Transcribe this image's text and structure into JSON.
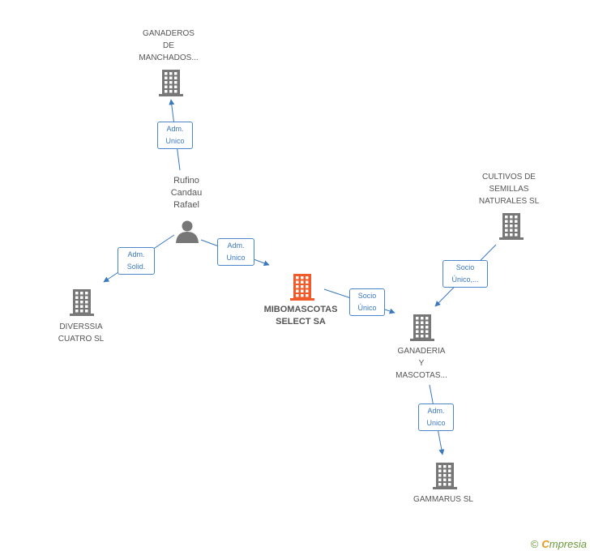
{
  "colors": {
    "edge": "#3a78bf",
    "building": "#777777",
    "building_main": "#f15a29",
    "person": "#777777",
    "text": "#555555"
  },
  "nodes": [
    {
      "id": "ganaderos",
      "type": "company",
      "lines": [
        "GANADEROS",
        "DE",
        "MANCHADOS..."
      ]
    },
    {
      "id": "rufino",
      "type": "person",
      "lines": [
        "Rufino",
        "Candau",
        "Rafael"
      ]
    },
    {
      "id": "cultivos",
      "type": "company",
      "lines": [
        "CULTIVOS DE",
        "SEMILLAS",
        "NATURALES  SL"
      ]
    },
    {
      "id": "diverssia",
      "type": "company",
      "lines": [
        "DIVERSSIA",
        "CUATRO SL"
      ]
    },
    {
      "id": "mibomascotas",
      "type": "company-main",
      "lines": [
        "MIBOMASCOTAS",
        "SELECT SA"
      ]
    },
    {
      "id": "ganaderia",
      "type": "company",
      "lines": [
        "GANADERIA",
        "Y",
        "MASCOTAS..."
      ]
    },
    {
      "id": "gammarus",
      "type": "company",
      "lines": [
        "GAMMARUS  SL"
      ]
    }
  ],
  "edges": [
    {
      "id": "e1",
      "lines": [
        "Adm.",
        "Unico"
      ]
    },
    {
      "id": "e2",
      "lines": [
        "Adm.",
        "Solid."
      ]
    },
    {
      "id": "e3",
      "lines": [
        "Adm.",
        "Unico"
      ]
    },
    {
      "id": "e4",
      "lines": [
        "Socio",
        "Único"
      ]
    },
    {
      "id": "e5",
      "lines": [
        "Socio",
        "Único,..."
      ]
    },
    {
      "id": "e6",
      "lines": [
        "Adm.",
        "Unico"
      ]
    }
  ],
  "footer": {
    "copyright": "©",
    "brand_first": "C",
    "brand_rest": "mpresia"
  }
}
